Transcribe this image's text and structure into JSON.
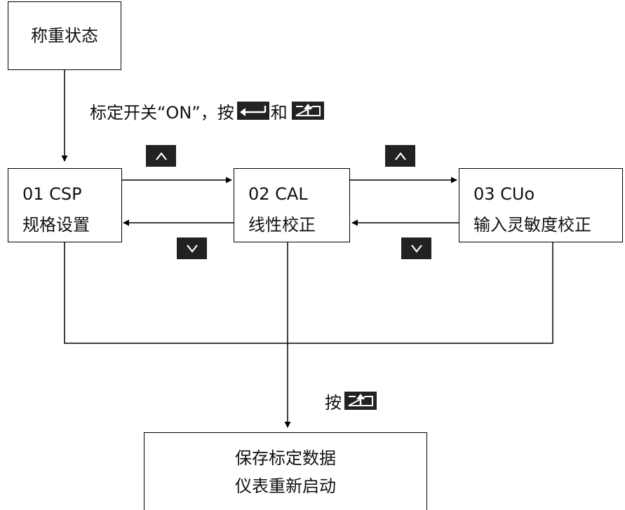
{
  "nodes": {
    "weighing": "称重状态",
    "csp_code": "01 CSP",
    "csp_name": "规格设置",
    "cal_code": "02 CAL",
    "cal_name": "线性校正",
    "cuo_code": "03 CUo",
    "cuo_name": "输入灵敏度校正",
    "save_line1": "保存标定数据",
    "save_line2": "仪表重新启动"
  },
  "labels": {
    "calib_switch_text": "标定开关“ON”，按",
    "calib_and": "和",
    "press": "按"
  },
  "keys": {
    "up": "up-key",
    "down": "down-key",
    "enter": "enter-key",
    "confirm": "confirm-key"
  },
  "colors": {
    "key_bg": "#222222",
    "key_fg": "#ffffff",
    "line": "#000000"
  }
}
